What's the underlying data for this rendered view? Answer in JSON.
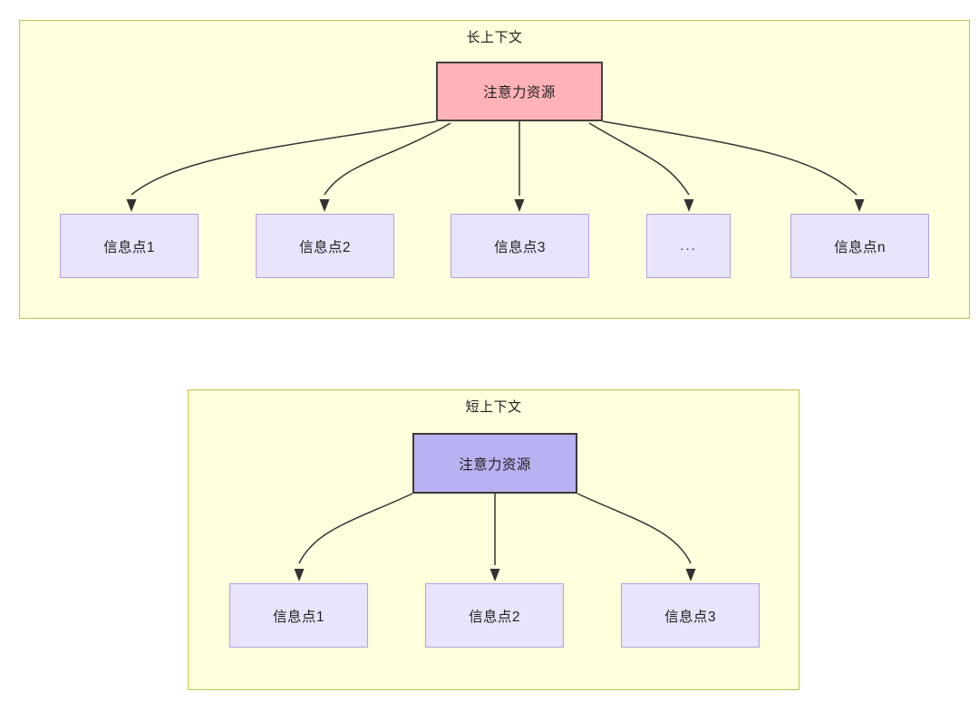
{
  "diagram": {
    "type": "two-panel-tree-diagram",
    "background": "#ffffff",
    "panel_fill": "#ffffdd",
    "panel_border": "#c2c24d",
    "edge_color": "#333333",
    "panels": [
      {
        "id": "long-context",
        "title": "长上下文",
        "root": {
          "label": "注意力资源",
          "fill": "#ffb3b8",
          "border": "#42423e"
        },
        "leaves": [
          {
            "label": "信息点1",
            "fill": "#e8e4fb",
            "border": "#b79ce3"
          },
          {
            "label": "信息点2",
            "fill": "#e8e4fb",
            "border": "#b79ce3"
          },
          {
            "label": "信息点3",
            "fill": "#e8e4fb",
            "border": "#b79ce3"
          },
          {
            "label": "...",
            "fill": "#e8e4fb",
            "border": "#b79ce3"
          },
          {
            "label": "信息点n",
            "fill": "#e8e4fb",
            "border": "#b79ce3"
          }
        ]
      },
      {
        "id": "short-context",
        "title": "短上下文",
        "root": {
          "label": "注意力资源",
          "fill": "#b9b2f2",
          "border": "#3a3a38"
        },
        "leaves": [
          {
            "label": "信息点1",
            "fill": "#e8e4fb",
            "border": "#b79ce3"
          },
          {
            "label": "信息点2",
            "fill": "#e8e4fb",
            "border": "#b79ce3"
          },
          {
            "label": "信息点3",
            "fill": "#e8e4fb",
            "border": "#b79ce3"
          }
        ]
      }
    ]
  }
}
